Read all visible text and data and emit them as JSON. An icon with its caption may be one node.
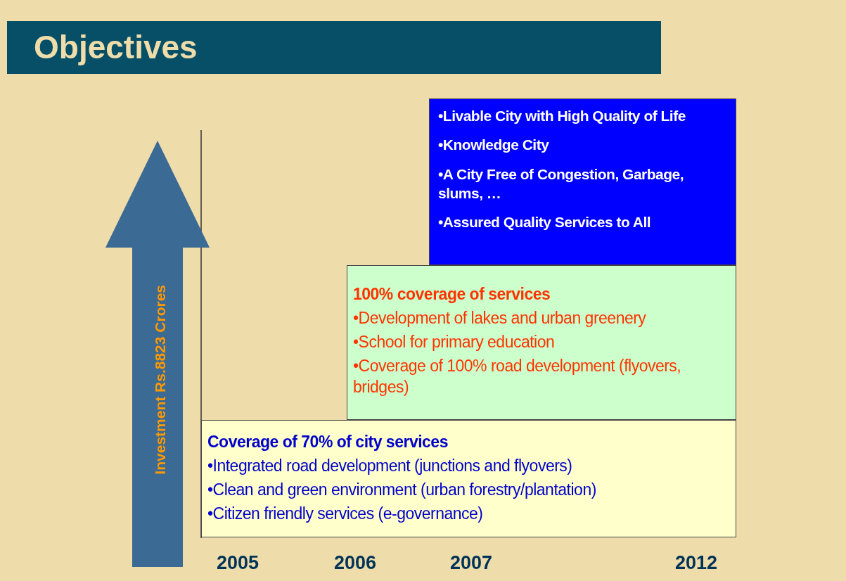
{
  "diagram": {
    "title": "Objectives",
    "nodes": [
      {
        "text": [
          "•Livable City with High Quality of Life",
          "•Knowledge City",
          "•A City Free of Congestion, Garbage, slums, …",
          "•Assured Quality Services to All"
        ]
      },
      {
        "text": [
          "100% coverage of services",
          "•Development of lakes and urban greenery",
          "•School for primary education",
          "•Coverage of 100% road development (flyovers, bridges)"
        ]
      },
      {
        "text": [
          "Coverage of 70% of city services",
          "•Integrated road development (junctions and flyovers)",
          "•Clean and green environment (urban forestry/plantation)",
          "•Citizen friendly services (e-governance)"
        ]
      }
    ],
    "edges": [],
    "labels": [
      "Investment Rs.8823 Crores",
      "2005",
      "2006",
      "2007",
      "2012"
    ]
  }
}
